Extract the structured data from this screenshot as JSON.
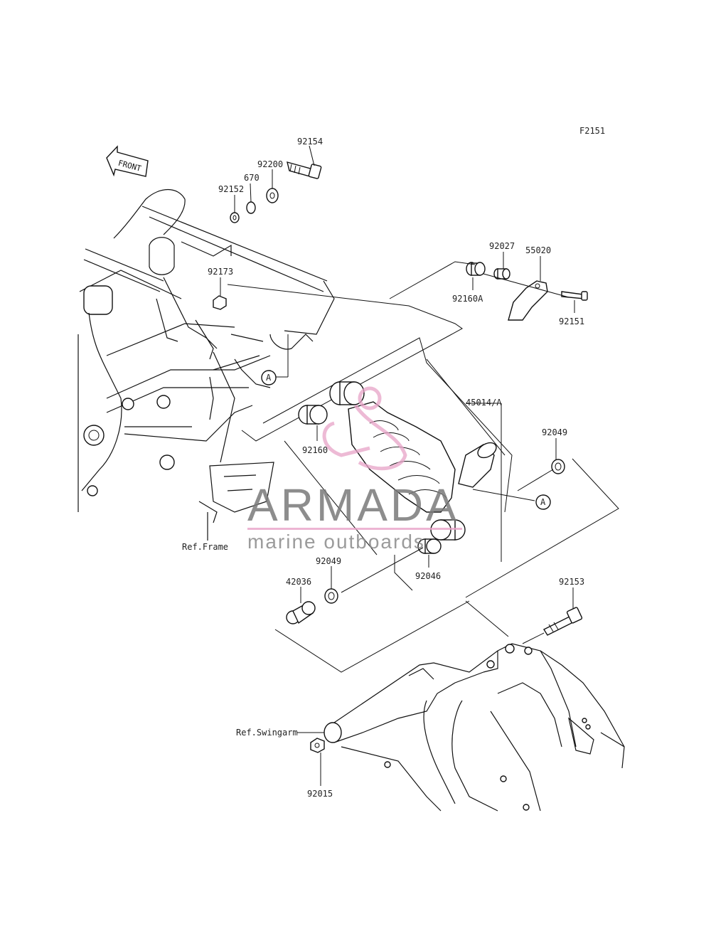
{
  "figure_id": "F2151",
  "front_label": "FRONT",
  "callout_letter": "A",
  "watermark": {
    "brand": "ARMADA",
    "tagline": "marine outboards",
    "accent_color": "#e8a3c8"
  },
  "parts": {
    "p92154": "92154",
    "p92200": "92200",
    "p670": "670",
    "p92152": "92152",
    "p92173": "92173",
    "p92027": "92027",
    "p55020": "55020",
    "p92160A": "92160A",
    "p92151": "92151",
    "p45014A": "45014/A",
    "p92160": "92160",
    "p92049a": "92049",
    "p92049b": "92049",
    "p92046": "92046",
    "p42036": "42036",
    "p92153": "92153",
    "p92015": "92015"
  },
  "references": {
    "frame": "Ref.Frame",
    "swingarm": "Ref.Swingarm"
  }
}
